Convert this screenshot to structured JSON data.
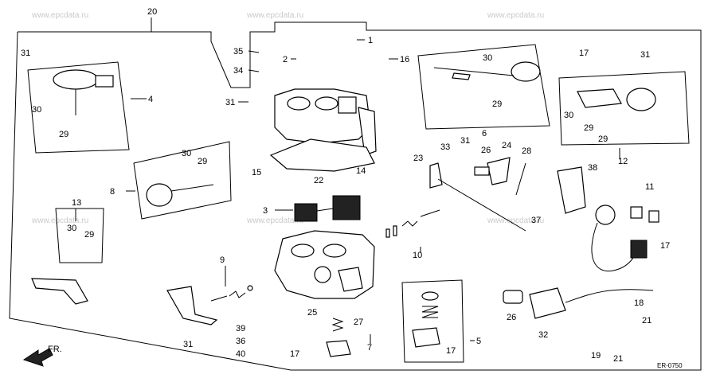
{
  "watermark": "www.epcdata.ru",
  "diagram_code": "ER-0750",
  "direction_label": "FR.",
  "callouts": [
    "1",
    "2",
    "3",
    "4",
    "5",
    "6",
    "7",
    "8",
    "9",
    "10",
    "11",
    "12",
    "13",
    "14",
    "15",
    "16",
    "17",
    "18",
    "19",
    "20",
    "21",
    "22",
    "23",
    "24",
    "25",
    "26",
    "27",
    "28",
    "29",
    "30",
    "31",
    "32",
    "33",
    "34",
    "35",
    "36",
    "37",
    "38",
    "39",
    "40"
  ]
}
